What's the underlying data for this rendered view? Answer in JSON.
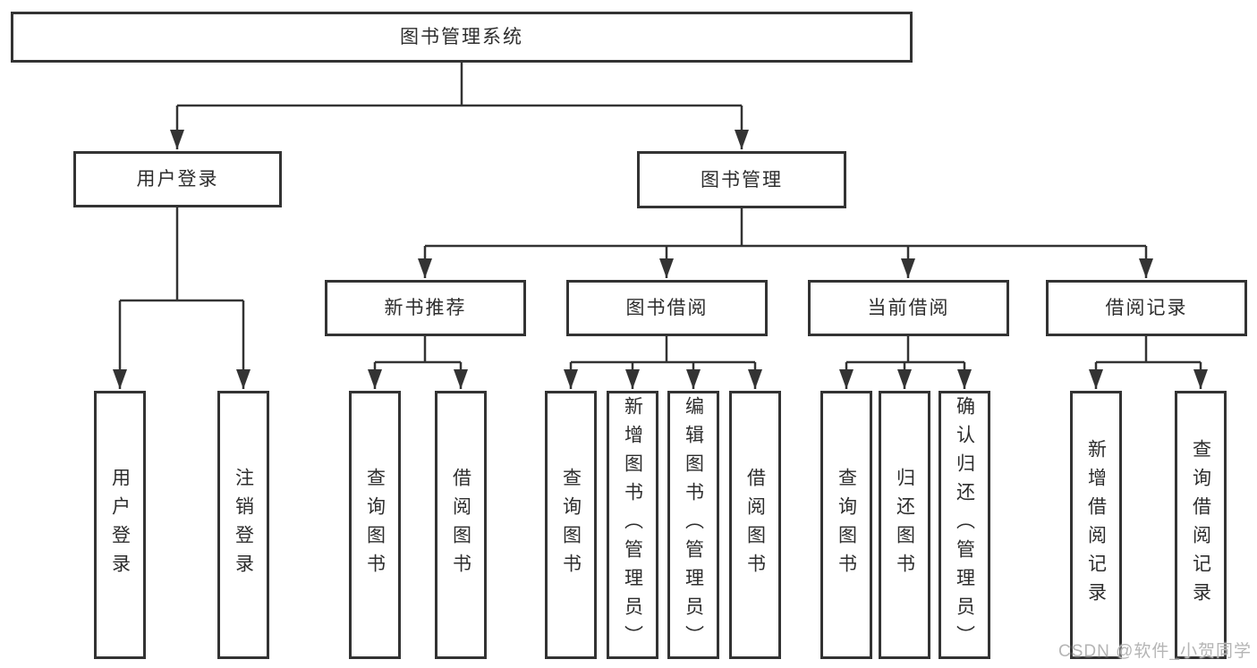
{
  "diagram": {
    "title": "图书管理系统",
    "type": "functional-structure-tree",
    "colors": {
      "line": "#333333",
      "box_border": "#333333",
      "text": "#2d2d2d",
      "background": "#ffffff",
      "watermark_text": "#b5b5b5"
    }
  },
  "nodes": {
    "root": {
      "label": "图书管理系统"
    },
    "login": {
      "label": "用户登录"
    },
    "manage": {
      "label": "图书管理"
    },
    "login_user": {
      "label": "用户登录"
    },
    "login_logout": {
      "label": "注销登录"
    },
    "rec": {
      "label": "新书推荐"
    },
    "rec_query": {
      "label": "查询图书"
    },
    "rec_borrow": {
      "label": "借阅图书"
    },
    "borrow": {
      "label": "图书借阅"
    },
    "borrow_query": {
      "label": "查询图书"
    },
    "borrow_add": {
      "label": "新增图书（管理员）"
    },
    "borrow_edit": {
      "label": "编辑图书（管理员）"
    },
    "borrow_borrow": {
      "label": "借阅图书"
    },
    "current": {
      "label": "当前借阅"
    },
    "current_query": {
      "label": "查询图书"
    },
    "current_return": {
      "label": "归还图书"
    },
    "current_confirm": {
      "label": "确认归还（管理员）"
    },
    "record": {
      "label": "借阅记录"
    },
    "record_add": {
      "label": "新增借阅记录"
    },
    "record_query": {
      "label": "查询借阅记录"
    }
  },
  "watermark": {
    "text": "CSDN @软件_小贺同学"
  }
}
